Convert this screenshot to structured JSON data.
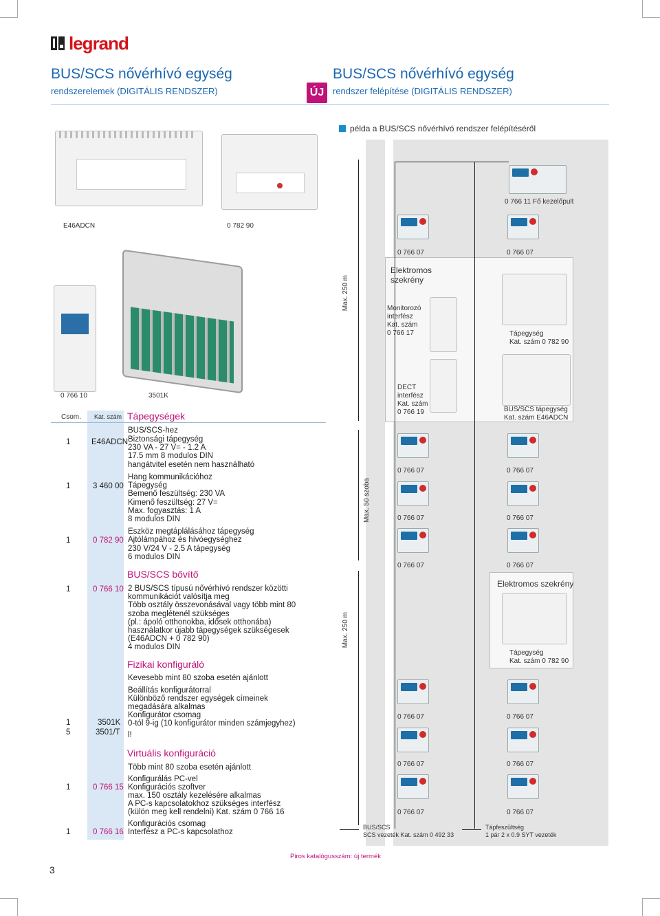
{
  "brand": {
    "name": "legrand",
    "color": "#d5121b"
  },
  "left_header": {
    "title": "BUS/SCS nővérhívó egység",
    "subtitle": "rendszerelemek (DIGITÁLIS RENDSZER)"
  },
  "badge": {
    "text": "ÚJ",
    "color": "#c1127a"
  },
  "right_header": {
    "title": "BUS/SCS nővérhívó egység",
    "subtitle": "rendszer felépítése (DIGITÁLIS RENDSZER)"
  },
  "product_labels": {
    "p1": "E46ADCN",
    "p2": "0 782 90",
    "p3": "0 766 10",
    "p4": "3501K"
  },
  "table": {
    "headers": {
      "qty": "Csom.",
      "cat": "Kat. szám",
      "section": "Tápegységek"
    },
    "rows": [
      {
        "qty": "1",
        "cat": "E46ADCN",
        "lines": [
          "BUS/SCS-hez",
          "Biztonsági tápegység",
          "230 VA - 27 V= - 1.2 A",
          "17.5 mm 8 modulos DIN",
          "hangátvitel esetén nem használható"
        ]
      },
      {
        "qty": "1",
        "cat": "3 460 00",
        "lines": [
          "Hang kommunikációhoz",
          "Tápegység",
          "Bemenő feszültség: 230 VA",
          "Kimenő feszültség: 27 V=",
          "Max. fogyasztás: 1 A",
          "8 modulos DIN"
        ]
      },
      {
        "qty": "1",
        "cat": "0 782 90",
        "lines": [
          "Eszköz megtáplálásához tápegység",
          "Ajtólámpához és hívóegységhez",
          "230 V/24 V - 2.5 A tápegység",
          "6 modulos DIN"
        ]
      },
      {
        "qty": "1",
        "cat": "0 766 10",
        "section": "BUS/SCS bővítő",
        "lines": [
          "2 BUS/SCS típusú nővérhívó rendszer közötti",
          "kommunikációt valósítja meg",
          "Több osztály összevonásával vagy több mint 80",
          "szoba meglétenél szükséges",
          "(pl.: ápoló otthonokba, idősek otthonába)",
          "használatkor újabb tápegységek szükségesek",
          "(E46ADCN + 0 782 90)",
          "4 modulos DIN"
        ]
      },
      {
        "qty": "1",
        "qty2": "5",
        "cat": "3501K",
        "cat2": "3501/T",
        "section": "Fizikai konfiguráló",
        "lines": [
          "Kevesebb mint 80 szoba esetén ajánlott",
          "",
          "Beállítás konfigurátorral",
          "Különböző rendszer egységek címeinek",
          "megadására alkalmas",
          "Konfigurátor csomag",
          "0-tól 9-ig (10 konfigurátor minden számjegyhez)",
          "l!"
        ]
      },
      {
        "qty": "1",
        "cat": "0 766 15",
        "section": "Virtuális konfiguráció",
        "lines": [
          "Több mint 80 szoba esetén ajánlott",
          "",
          "Konfigurálás PC-vel",
          "Konfigurációs szoftver",
          "max. 150 osztály kezelésére alkalmas",
          "A PC-s kapcsolatokhoz szükséges interfész",
          "(külön meg kell rendelni) Kat. szám 0 766 16"
        ]
      },
      {
        "qty": "1",
        "cat": "0 766 16",
        "lines": [
          "Konfigurációs csomag",
          "Interfész a PC-s kapcsolathoz"
        ]
      }
    ]
  },
  "diagram": {
    "legend": "példa a BUS/SCS nővérhívó rendszer felépítéséről",
    "fo_kezelo": "0 766 11 Fő kezelőpult",
    "unit_label": "0 766 07",
    "cabinet1": "Elektromos\nszekrény",
    "cabinet2": "Elektromos szekrény",
    "monitor": [
      "Monitorozó",
      "interfész",
      "Kat. szám",
      "0 766 17"
    ],
    "dect": [
      "DECT",
      "interfész",
      "Kat. szám",
      "0 766 19"
    ],
    "psu1": [
      "Tápegység",
      "Kat. szám 0 782 90"
    ],
    "bus_psu": [
      "BUS/SCS tápegység",
      "Kat. szám E46ADCN"
    ],
    "psu2": [
      "Tápegység",
      "Kat. szám 0 782 90"
    ],
    "dim1": "Max. 250 m",
    "dim2": "Max. 50 szoba",
    "dim3": "Max. 250 m",
    "bottom_left": [
      "BUS/SCS",
      "SCS vezeték Kat. szám 0 492 33"
    ],
    "bottom_right": [
      "Tápfeszültség",
      "1 pár 2 x 0.9 SYT vezeték"
    ]
  },
  "footer": {
    "note": "Piros katalógusszám: új termék",
    "page": "3"
  }
}
